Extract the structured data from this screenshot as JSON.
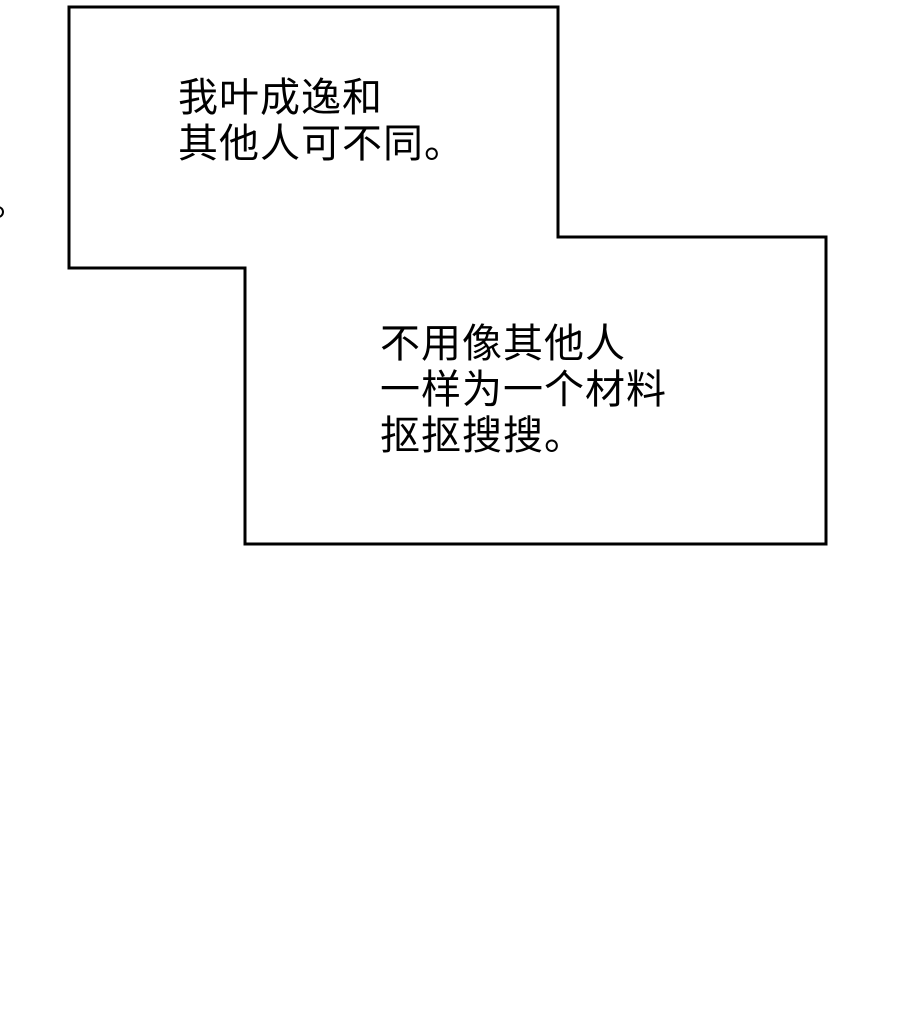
{
  "captions": [
    {
      "lines": [
        "我叶成逸和",
        "其他人可不同。"
      ]
    },
    {
      "lines": [
        "不用像其他人",
        "一样为一个材料",
        "抠抠搜搜。"
      ]
    }
  ]
}
